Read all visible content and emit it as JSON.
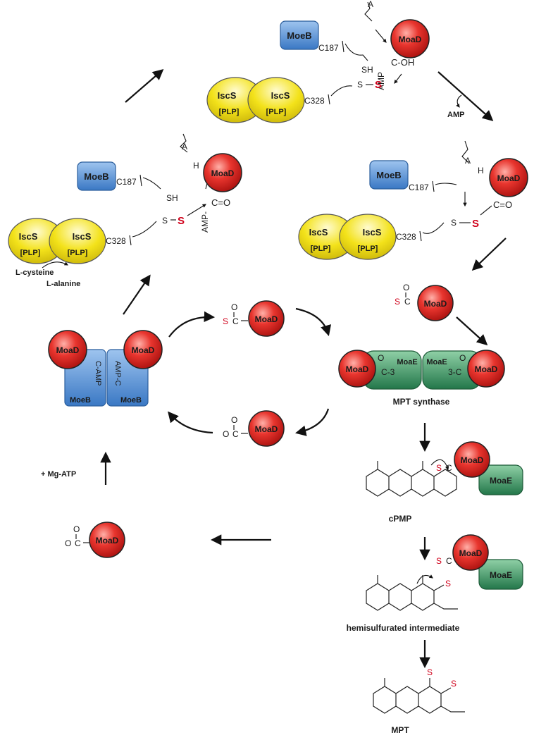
{
  "proteins": {
    "moad": "MoaD",
    "moeb": "MoeB",
    "iscs": "IscS",
    "plp": "[PLP]",
    "moae": "MoaE"
  },
  "residues": {
    "c187": "C187",
    "c328": "C328"
  },
  "groups": {
    "sh": "SH",
    "s": "S",
    "s_neg": "S",
    "a": "A",
    "h": "H",
    "oh": "C-OH",
    "amp": "AMP",
    "amp_dash": "AMP-",
    "c_eq_o": "C=O",
    "c_amp": "C-AMP",
    "amp_c": "AMP-C",
    "c3": "C-3",
    "c3b": "3-C",
    "o": "O",
    "c": "C",
    "minus": "−"
  },
  "labels": {
    "amp_release": "AMP",
    "l_cysteine": "L-cysteine",
    "l_alanine": "L-alanine",
    "mpt_synthase": "MPT synthase",
    "mg_atp": "+ Mg-ATP",
    "cpmp": "cPMP",
    "hemisulfurated": "hemisulfurated intermediate",
    "mpt": "MPT"
  },
  "colors": {
    "moad_red": "#e0242a",
    "moeb_blue": "#4a88d0",
    "iscs_yellow": "#f3e21a",
    "moae_green": "#2f8a55",
    "sulfur_red": "#d0001a"
  }
}
